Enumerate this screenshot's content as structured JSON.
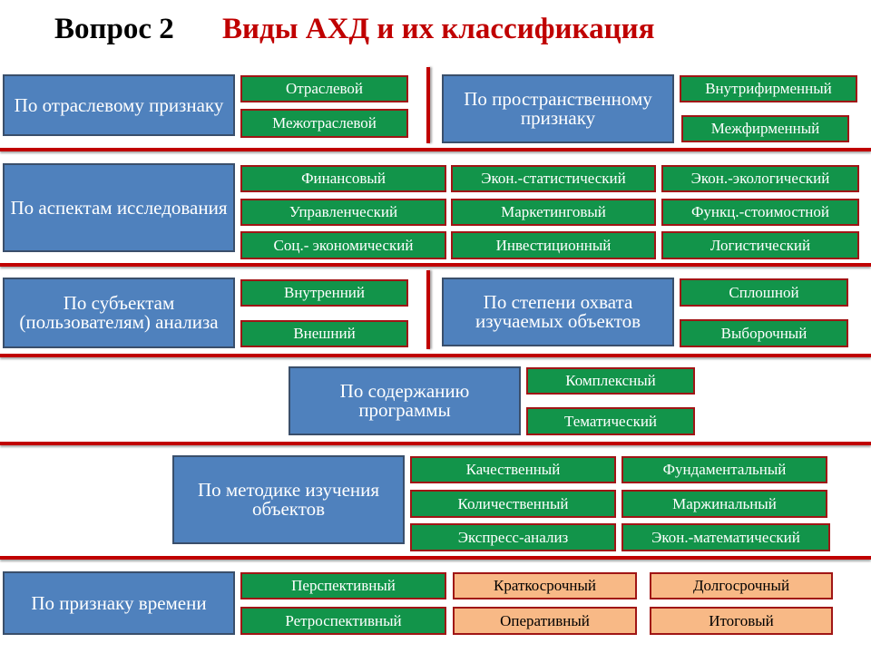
{
  "title": {
    "question": "Вопрос 2",
    "topic": "Виды АХД и их классификация"
  },
  "colors": {
    "category": "#4f81bd",
    "item": "#12944a",
    "item_alt": "#f8b986",
    "divider": "#c00000"
  },
  "rows": {
    "industry": {
      "label": "По отраслевому признаку",
      "items": [
        "Отраслевой",
        "Межотраслевой"
      ]
    },
    "spatial": {
      "label": "По пространственному признаку",
      "items": [
        "Внутрифирменный",
        "Межфирменный"
      ]
    },
    "aspects": {
      "label": "По аспектам исследования",
      "items": [
        "Финансовый",
        "Экон.-статистический",
        "Экон.-экологический",
        "Управленческий",
        "Маркетинговый",
        "Функц.-стоимостной",
        "Соц.- экономический",
        "Инвестиционный",
        "Логистический"
      ]
    },
    "subjects": {
      "label": "По субъектам (пользователям) анализа",
      "items": [
        "Внутренний",
        "Внешний"
      ]
    },
    "coverage": {
      "label": "По степени охвата изучаемых объектов",
      "items": [
        "Сплошной",
        "Выборочный"
      ]
    },
    "content": {
      "label": "По содержанию программы",
      "items": [
        "Комплексный",
        "Тематический"
      ]
    },
    "method": {
      "label": "По методике изучения объектов",
      "items": [
        "Качественный",
        "Фундаментальный",
        "Количественный",
        "Маржинальный",
        "Экспресс-анализ",
        "Экон.-математический"
      ]
    },
    "time": {
      "label": "По признаку времени",
      "items": [
        "Перспективный",
        "Краткосрочный",
        "Долгосрочный",
        "Ретроспективный",
        "Оперативный",
        "Итоговый"
      ]
    }
  }
}
